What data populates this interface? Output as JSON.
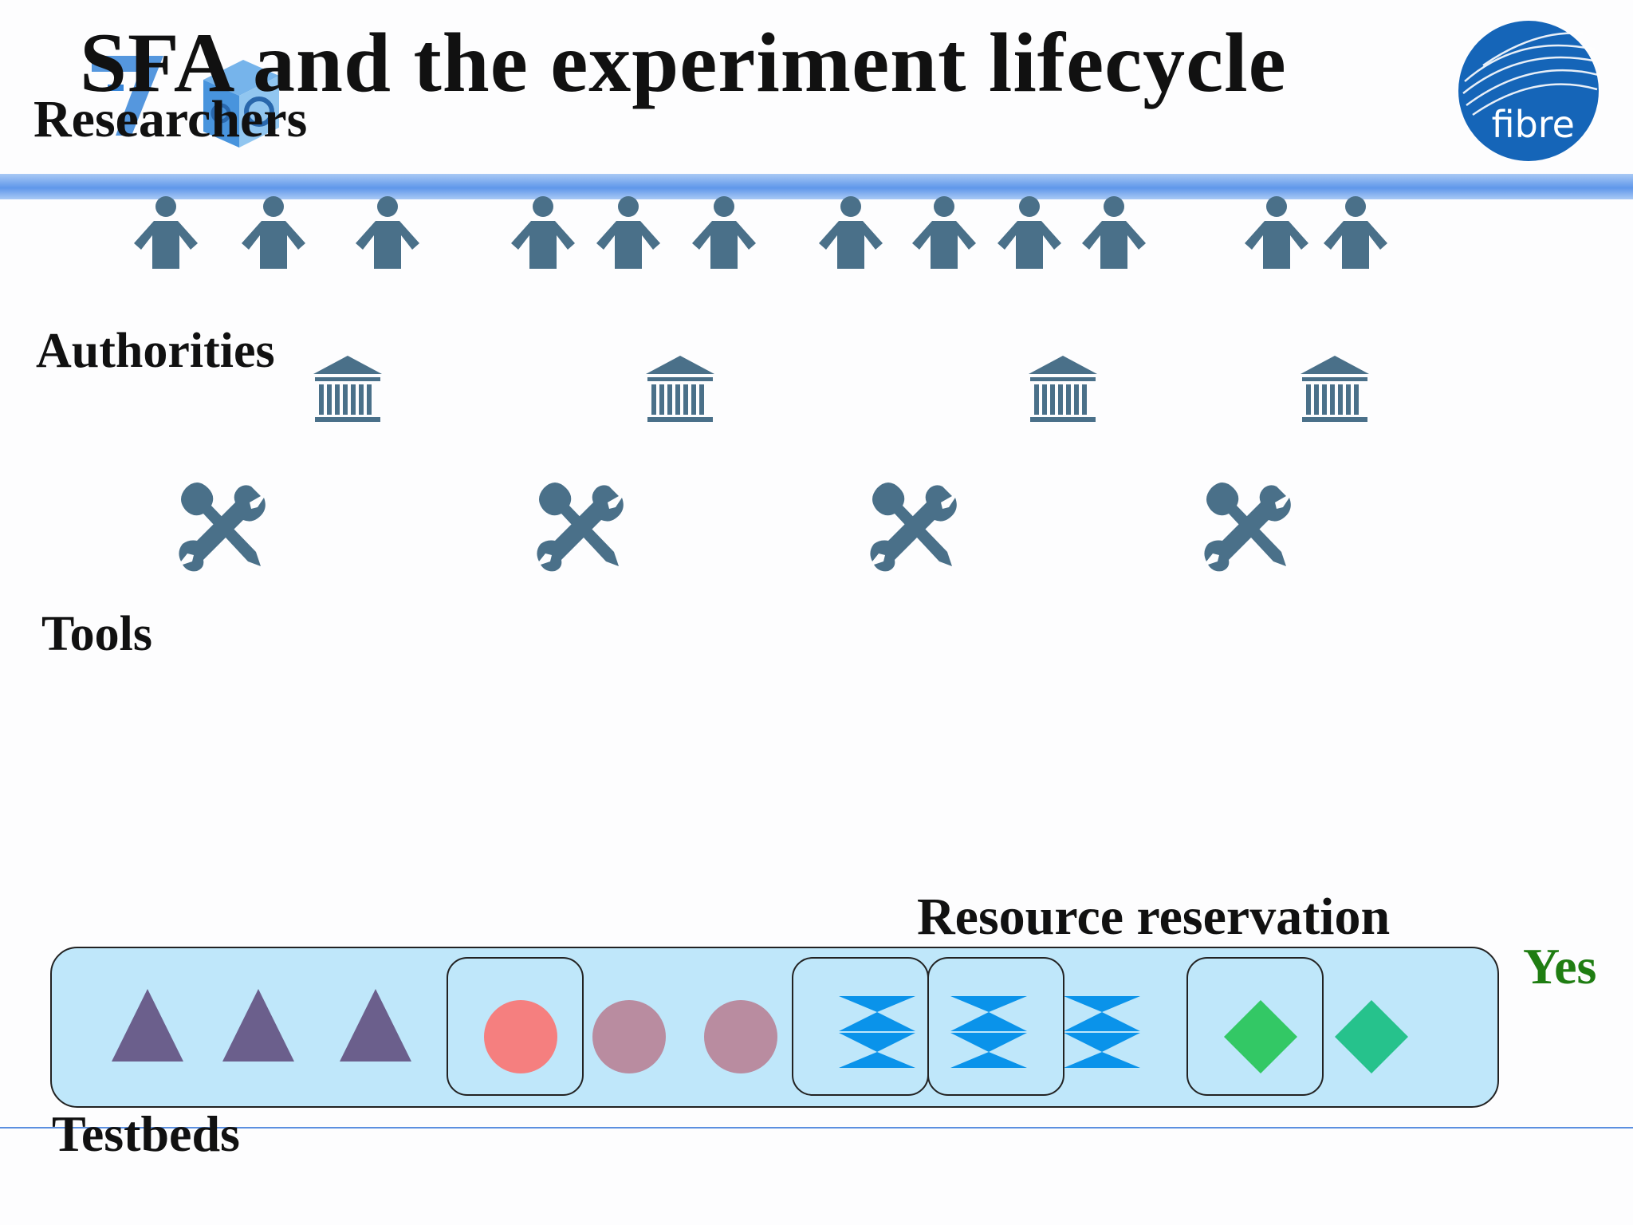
{
  "slide": {
    "title": "SFA and the experiment lifecycle",
    "labels": {
      "researchers": "Researchers",
      "authorities": "Authorities",
      "tools": "Tools",
      "resource_reservation": "Resource reservation",
      "testbeds": "Testbeds",
      "answer": "Yes"
    },
    "logos": {
      "right": "fibre",
      "left_icon": "fp7-logo"
    }
  },
  "icons": {
    "researcher": "person-icon",
    "authority": "institution-icon",
    "tool": "wrench-screwdriver-icon"
  },
  "colors": {
    "icon_slate": "#4a7089",
    "triangle": "#6b5f8c",
    "circle_selected": "#f57f7f",
    "circle": "#b98ca0",
    "hourglass": "#0a93ea",
    "diamond_selected": "#33c865",
    "diamond": "#26c28c",
    "testbed_fill": "#bfe7fa",
    "yes_green": "#1f7d12",
    "band_blue": "#5f97ea"
  },
  "testbed_resources": [
    {
      "shape": "triangle",
      "selected": false
    },
    {
      "shape": "triangle",
      "selected": false
    },
    {
      "shape": "triangle",
      "selected": false
    },
    {
      "shape": "circle",
      "selected": true
    },
    {
      "shape": "circle",
      "selected": false
    },
    {
      "shape": "circle",
      "selected": false
    },
    {
      "shape": "hourglass",
      "selected": true
    },
    {
      "shape": "hourglass",
      "selected": true
    },
    {
      "shape": "hourglass",
      "selected": false
    },
    {
      "shape": "diamond",
      "selected": true
    },
    {
      "shape": "diamond",
      "selected": false
    }
  ]
}
